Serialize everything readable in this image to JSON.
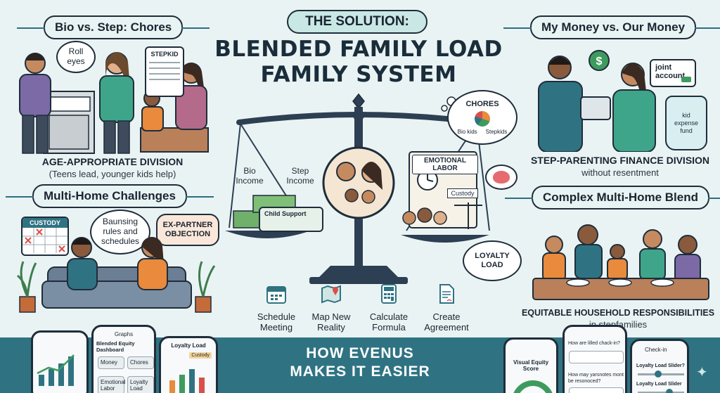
{
  "header": {
    "kicker": "THE SOLUTION:",
    "title_line1": "BLENDED FAMILY LOAD",
    "title_line2": "FAMILY SYSTEM"
  },
  "top_left": {
    "pill": "Bio vs. Step: Chores",
    "bubble": "Roll eyes",
    "card_label": "STEPKID",
    "caption": "AGE-APPROPRIATE DIVISION",
    "caption_sub": "(Teens lead, younger kids help)"
  },
  "mid_left": {
    "pill": "Multi-Home Challenges",
    "calendar_label": "CUSTODY",
    "bubble1": "Baunsing rules and schedules",
    "bubble2": "EX-PARTNER OBJECTION"
  },
  "top_right": {
    "pill": "My Money vs. Our Money",
    "card_label": "joint account",
    "jar_label": "kid expense fund",
    "caption": "STEP-PARENTING FINANCE DIVISION",
    "caption_sub": "without resentment"
  },
  "mid_right": {
    "pill": "Complex Multi-Home Blend",
    "caption": "EQUITABLE HOUSEHOLD RESPONSIBILITIES",
    "caption_sub": "in stepfamilies"
  },
  "scale": {
    "label_bio": "Bio Income",
    "label_step": "Step Income",
    "check": "Child Support",
    "chores_bubble": "CHORES",
    "chores_bio": "Bio kids",
    "chores_step": "Stepkids",
    "emotional": "EMOTIONAL LABOR",
    "custody": "Custody",
    "loyalty": "LOYALTY LOAD"
  },
  "steps": [
    {
      "label": "Schedule Meeting",
      "icon": "calendar-icon"
    },
    {
      "label": "Map New Reality",
      "icon": "map-icon"
    },
    {
      "label": "Calculate Formula",
      "icon": "calculator-icon"
    },
    {
      "label": "Create Agreement",
      "icon": "document-icon"
    }
  ],
  "banner": {
    "line1": "HOW EVENUS",
    "line2": "MAKES IT EASIER"
  },
  "phones": {
    "p2_title": "Graphs",
    "p2_heading": "Blended Equity Dashboard",
    "p2_tiles": [
      "Money",
      "Chores",
      "Emotional Labor",
      "Loyalty Load"
    ],
    "p3_title": "Loyalty Load",
    "p3_tag": "Custody",
    "p4_title": "Visual Equity Score",
    "p5_q1": "How are lilled chack-in?",
    "p5_q2": "How may yarsnotes mont be resonoced?",
    "p6_title": "Check-in",
    "p6_s1": "Loyalty Load Slider?",
    "p6_s2": "Loyalty Load Slider"
  },
  "colors": {
    "teal": "#2b6f7d",
    "banner": "#2f7383",
    "navy": "#1f2d3a",
    "purple": "#7b6aa6",
    "orange": "#e98a3c",
    "green": "#3e9b5e",
    "kicker_bg": "#c9e7e4"
  }
}
